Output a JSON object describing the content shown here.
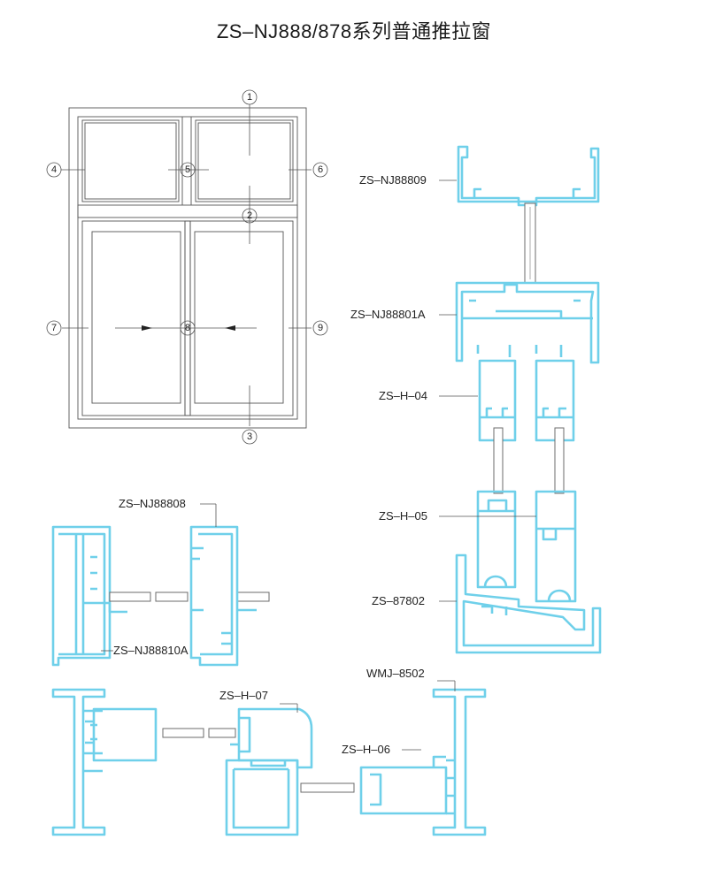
{
  "title": "ZS–NJ888/878系列普通推拉窗",
  "colors": {
    "profile": "#6fd0ea",
    "line": "#555555",
    "text": "#222222"
  },
  "section_markers": [
    "1",
    "2",
    "3",
    "4",
    "5",
    "6",
    "7",
    "8",
    "9"
  ],
  "profile_labels": {
    "p88809": "ZS–NJ88809",
    "p88801a": "ZS–NJ88801A",
    "h04": "ZS–H–04",
    "h05": "ZS–H–05",
    "p87802": "ZS–87802",
    "p88808": "ZS–NJ88808",
    "p88810a": "ZS–NJ88810A",
    "wmj": "WMJ–8502",
    "h07": "ZS–H–07",
    "h06": "ZS–H–06"
  }
}
